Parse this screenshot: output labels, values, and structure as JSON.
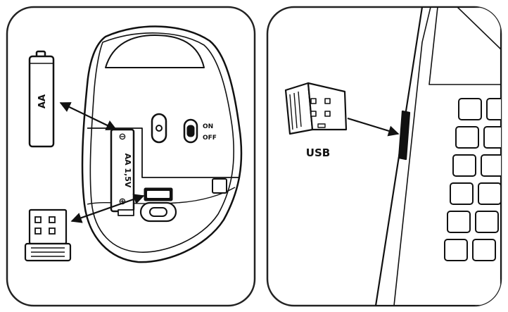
{
  "panels": {
    "left": {
      "battery_label": "AA",
      "compartment_label": "AA 1,5V",
      "minus_symbol": "⊖",
      "plus_symbol": "⊕",
      "switch_on": "ON",
      "switch_off": "OFF"
    },
    "right": {
      "usb_label": "USB"
    }
  },
  "colors": {
    "stroke": "#111111",
    "panel_border": "#222222",
    "fill": "#ffffff"
  }
}
